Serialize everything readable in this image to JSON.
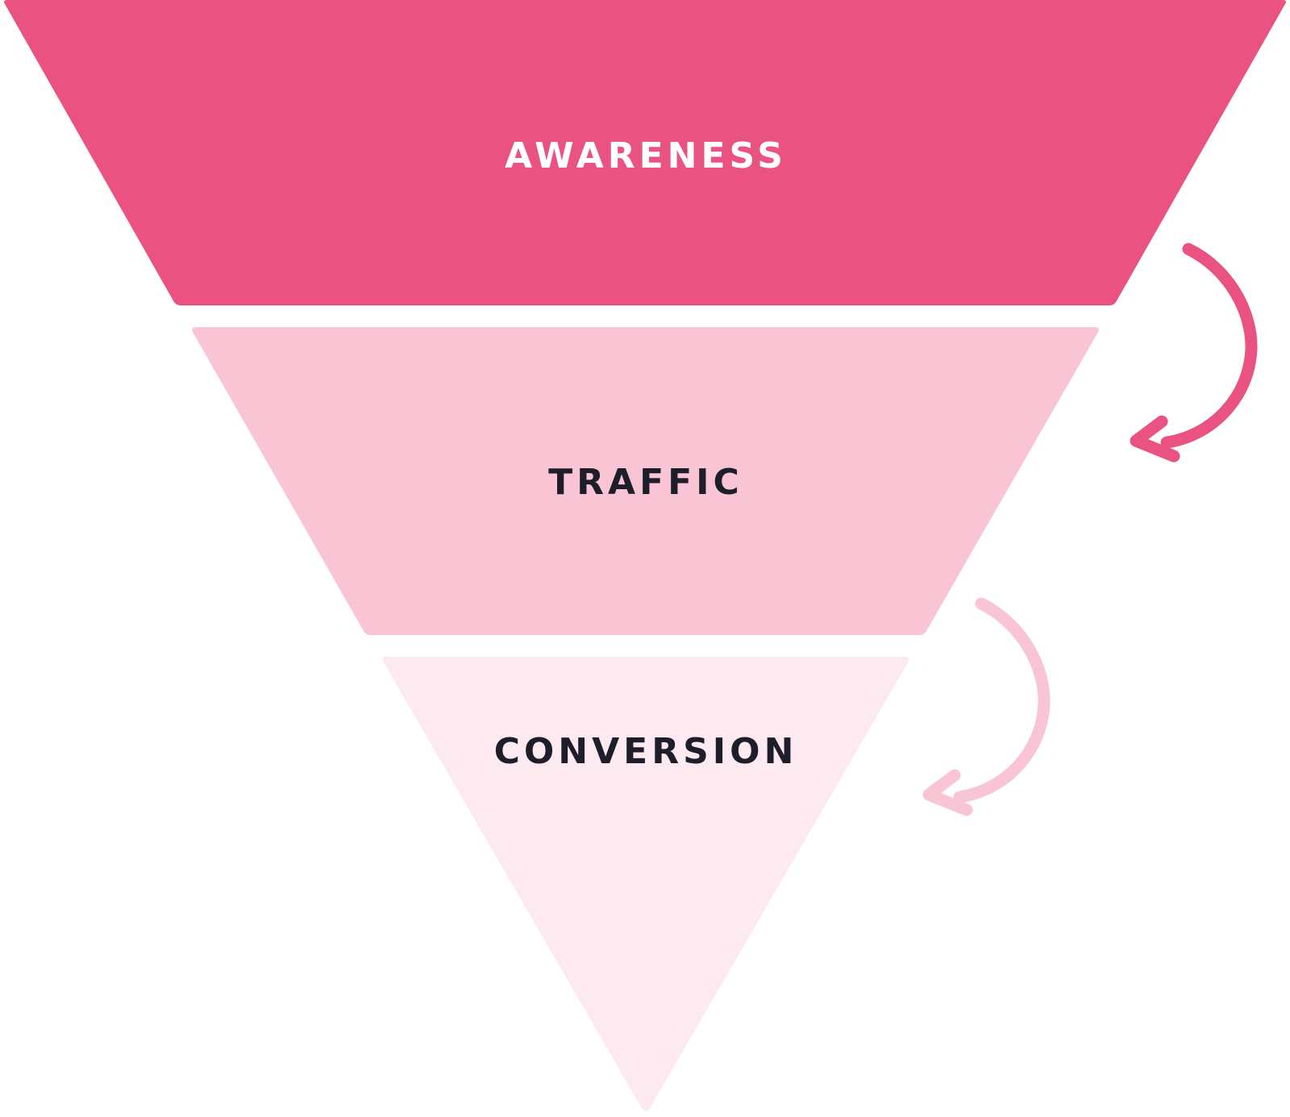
{
  "funnel": {
    "stages": [
      {
        "label": "AWARENESS",
        "fill": "#E95281",
        "text_color": "#FFFFFF"
      },
      {
        "label": "TRAFFIC",
        "fill": "#F9C4D3",
        "text_color": "#1E1E2A"
      },
      {
        "label": "CONVERSION",
        "fill": "#FDEAF0",
        "text_color": "#1E1E2A"
      }
    ],
    "arrows": [
      {
        "name": "awareness-to-traffic-arrow",
        "color": "#E95281"
      },
      {
        "name": "traffic-to-conversion-arrow",
        "color": "#F9C4D3"
      }
    ]
  }
}
